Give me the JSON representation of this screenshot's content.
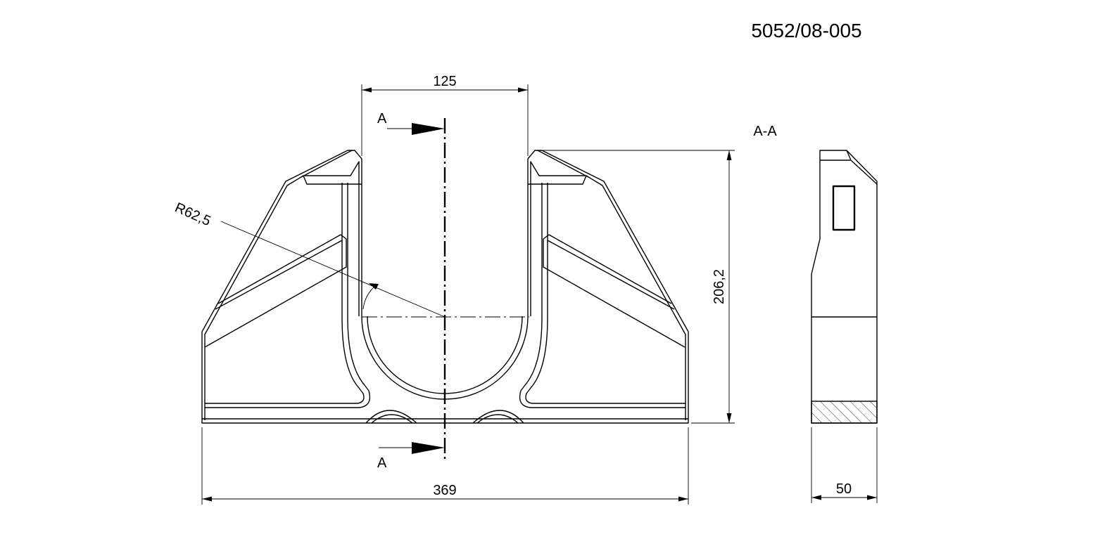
{
  "drawing": {
    "number": "5052/08-005",
    "section_title": "A-A",
    "section_marker": "A",
    "dimensions": {
      "slot_width": "125",
      "radius": "R62,5",
      "height": "206,2",
      "overall_width": "369",
      "thickness": "50"
    }
  },
  "colors": {
    "line": "#000000",
    "background": "#ffffff"
  }
}
